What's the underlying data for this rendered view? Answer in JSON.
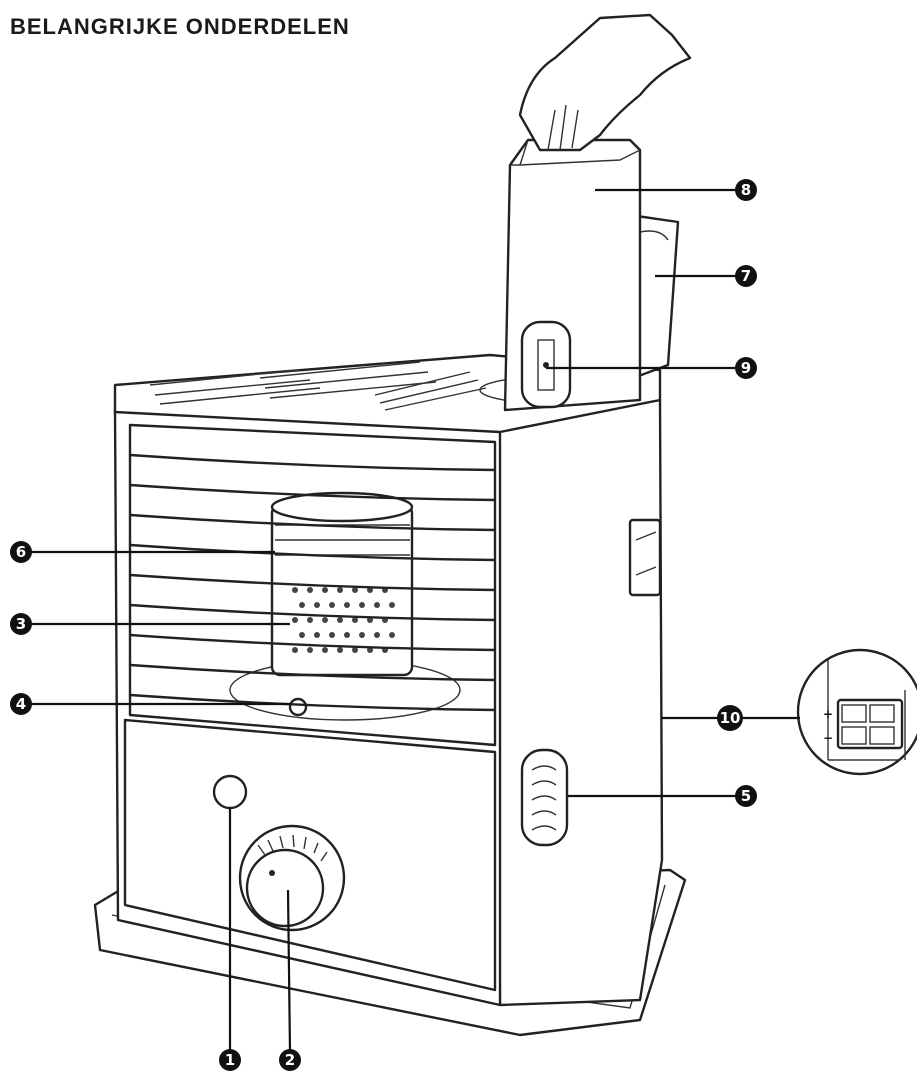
{
  "title": "BELANGRIJKE ONDERDELEN",
  "callouts": [
    {
      "id": "1",
      "label": "1",
      "part": "indicator"
    },
    {
      "id": "2",
      "label": "2",
      "part": "control-knob"
    },
    {
      "id": "3",
      "label": "3",
      "part": "combustion-chamber"
    },
    {
      "id": "4",
      "label": "4",
      "part": "ignition"
    },
    {
      "id": "5",
      "label": "5",
      "part": "fuel-gauge"
    },
    {
      "id": "6",
      "label": "6",
      "part": "front-grille"
    },
    {
      "id": "7",
      "label": "7",
      "part": "tank-lid"
    },
    {
      "id": "8",
      "label": "8",
      "part": "fuel-tank"
    },
    {
      "id": "9",
      "label": "9",
      "part": "tank-cap"
    },
    {
      "id": "10",
      "label": "10",
      "part": "battery-compartment"
    }
  ],
  "battery_marks": {
    "plus": "+",
    "minus": "−"
  }
}
